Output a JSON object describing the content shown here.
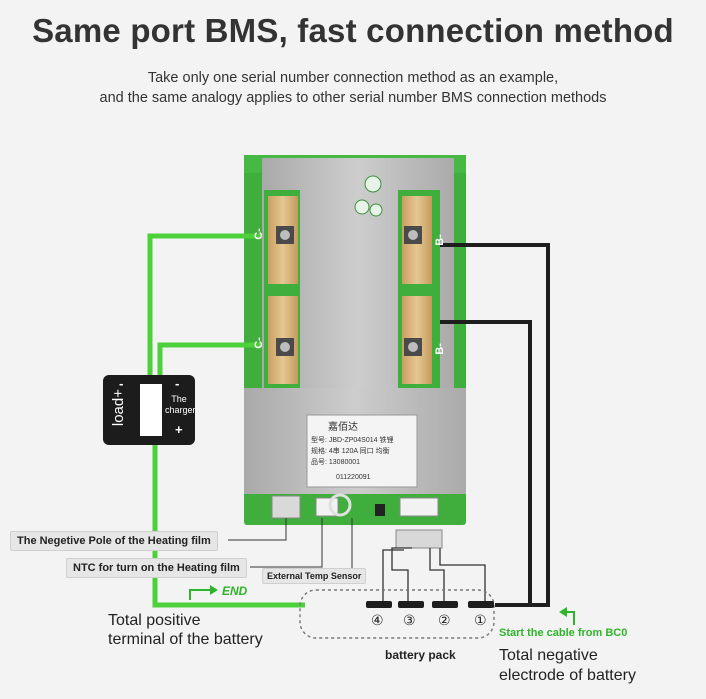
{
  "header": {
    "title": "Same port BMS, fast connection method",
    "subtitle_line1": "Take only one serial number connection method as an example,",
    "subtitle_line2": "and the same analogy applies to other serial number BMS connection methods"
  },
  "board": {
    "labels": {
      "c1": "C-",
      "c2": "C-",
      "b1": "B-",
      "b2": "B-"
    },
    "sticker": {
      "brand": "嘉佰达",
      "model": "型号: JBD-ZP04S014  铁锂",
      "spec": "规格: 4串 120A 同口 均衡",
      "item": "品号: 13080001",
      "serial": "011220091"
    }
  },
  "load_box": {
    "load_label": "load+",
    "load_minus": "-",
    "charger_label": "The charger",
    "charger_minus": "-",
    "charger_plus": "+"
  },
  "labels": {
    "neg_heating": "The Negetive Pole of the Heating film",
    "ntc": "NTC for turn on the Heating film",
    "ext_temp": "External Temp Sensor",
    "end": "END",
    "total_pos_1": "Total positive",
    "total_pos_2": "terminal of the battery",
    "battery_pack": "battery pack",
    "start_cable": "Start the cable from BC0",
    "total_neg_1": "Total negative",
    "total_neg_2": "electrode of battery"
  },
  "cells": [
    "④",
    "③",
    "②",
    "①"
  ],
  "colors": {
    "green_wire": "#4cd13a",
    "black_wire": "#1e1e1e",
    "pcb": "#3fae3c",
    "heatsink": "#b9b9b9",
    "copper": "#d6b27a"
  }
}
